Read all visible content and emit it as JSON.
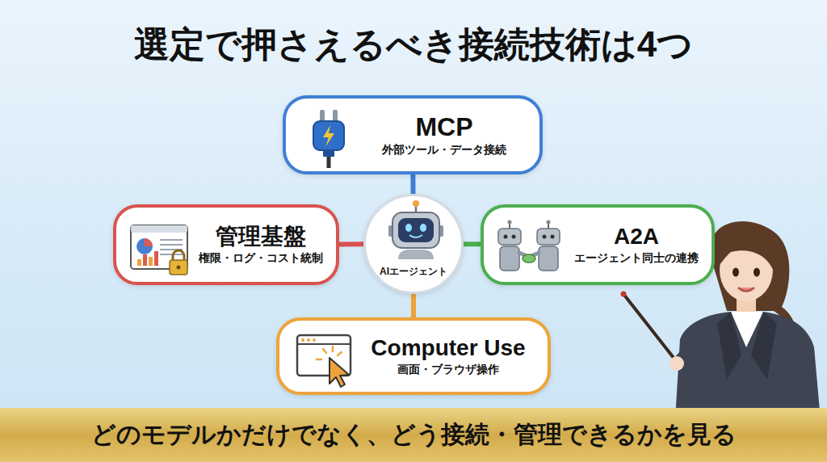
{
  "diagram": {
    "title": "選定で押さえるべき接続技術は4つ",
    "caption": "どのモデルかだけでなく、どう接続・管理できるかを見る",
    "nodes": [
      {
        "text": [
          "MCP",
          "外部ツール・データ接続"
        ]
      },
      {
        "text": [
          "管理基盤",
          "権限・ログ・コスト統制"
        ]
      },
      {
        "text": [
          "AIエージェント"
        ]
      },
      {
        "text": [
          "A2A",
          "エージェント同士の連携"
        ]
      },
      {
        "text": [
          "Computer Use",
          "画面・ブラウザ操作"
        ]
      }
    ],
    "edges": [
      {
        "from": 2,
        "to": 0,
        "arrow": "none"
      },
      {
        "from": 2,
        "to": 1,
        "arrow": "none"
      },
      {
        "from": 2,
        "to": 3,
        "arrow": "none"
      },
      {
        "from": 2,
        "to": 4,
        "arrow": "none"
      }
    ]
  }
}
